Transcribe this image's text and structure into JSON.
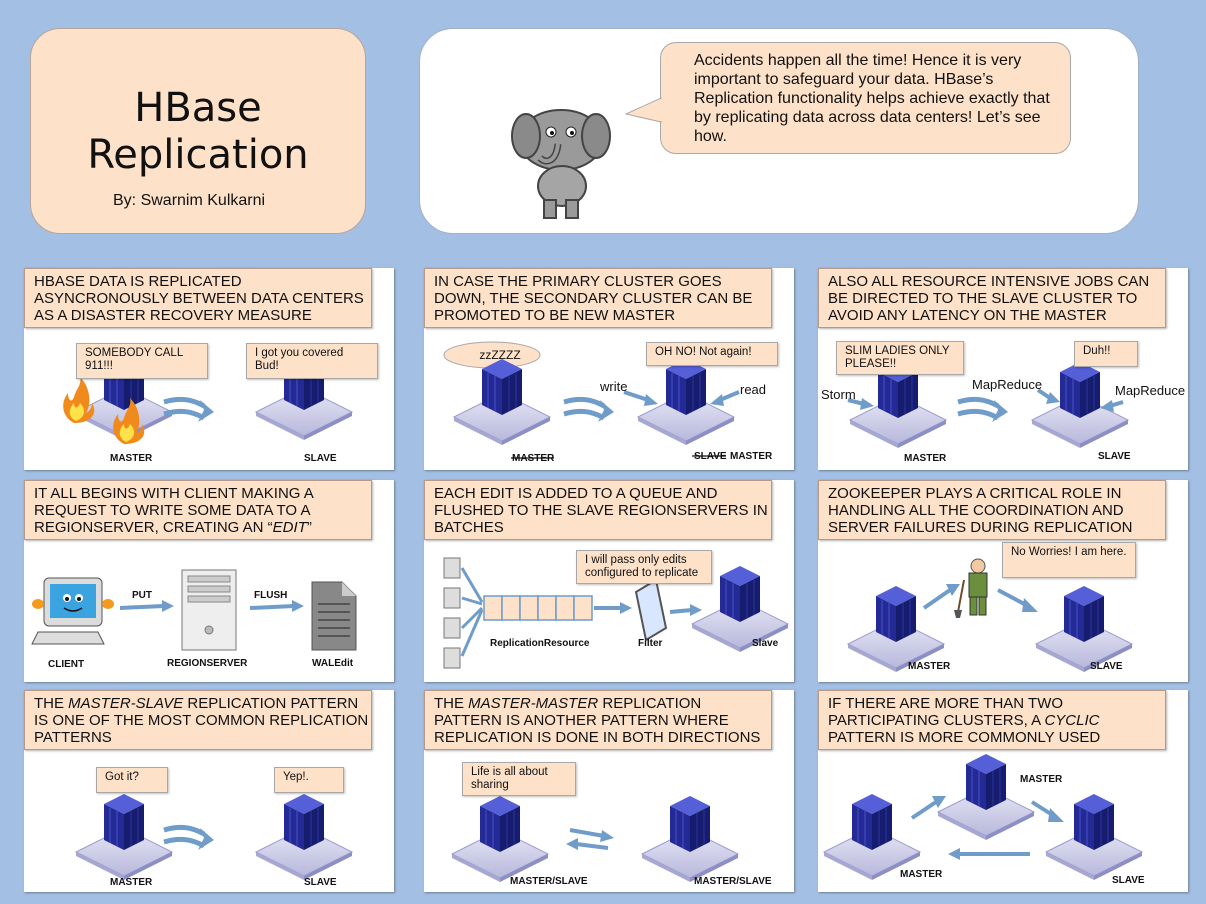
{
  "title": {
    "line1": "HBase",
    "line2": "Replication",
    "author": "By: Swarnim Kulkarni"
  },
  "intro": "Accidents happen all the time! Hence it is very important to safeguard your data. HBase’s Replication functionality helps achieve exactly that by replicating data across data centers! Let’s see how.",
  "panels": [
    {
      "header": "HBASE DATA IS REPLICATED ASYNCRONOUSLY BETWEEN DATA CENTERS AS A DISASTER RECOVERY MEASURE",
      "bubble1": "SOMEBODY CALL 911!!!",
      "bubble2": "I got you covered Bud!",
      "label1": "MASTER",
      "label2": "SLAVE"
    },
    {
      "header": "IN CASE THE PRIMARY CLUSTER GOES DOWN, THE SECONDARY CLUSTER CAN BE PROMOTED TO BE NEW MASTER",
      "thought": "zzZZZZ",
      "bubble": "OH NO! Not again!",
      "write": "write",
      "read": "read",
      "label1": "MASTER",
      "label2_struck": "SLAVE",
      "label2": "MASTER"
    },
    {
      "header": "ALSO ALL RESOURCE INTENSIVE JOBS CAN BE DIRECTED TO THE SLAVE CLUSTER TO AVOID ANY LATENCY ON THE MASTER",
      "bubble1": "SLIM LADIES ONLY PLEASE!!",
      "bubble2": "Duh!!",
      "storm": "Storm",
      "mapreduce1": "MapReduce",
      "mapreduce2": "MapReduce",
      "label1": "MASTER",
      "label2": "SLAVE"
    },
    {
      "header_pre": "IT ALL BEGINS WITH CLIENT MAKING A REQUEST TO WRITE SOME DATA TO A REGIONSERVER, CREATING AN “",
      "header_em": "EDIT",
      "header_post": "”",
      "put": "PUT",
      "flush": "FLUSH",
      "client": "CLIENT",
      "regionserver": "REGIONSERVER",
      "waledit": "WALEdit"
    },
    {
      "header": "EACH EDIT IS ADDED TO A QUEUE AND FLUSHED TO THE SLAVE REGIONSERVERS IN BATCHES",
      "bubble": "I will pass only edits configured to replicate",
      "queue": "ReplicationResource",
      "filter": "Filter",
      "slave": "Slave"
    },
    {
      "header": "ZOOKEEPER PLAYS A CRITICAL ROLE IN HANDLING ALL THE COORDINATION AND SERVER FAILURES DURING REPLICATION",
      "bubble": "No Worries! I am here.",
      "label1": "MASTER",
      "label2": "SLAVE"
    },
    {
      "header_pre": "THE ",
      "header_em": "MASTER-SLAVE",
      "header_post": " REPLICATION PATTERN IS ONE OF THE MOST COMMON REPLICATION PATTERNS",
      "bubble1": "Got it?",
      "bubble2": "Yep!.",
      "label1": "MASTER",
      "label2": "SLAVE"
    },
    {
      "header_pre": "THE ",
      "header_em": "MASTER-MASTER",
      "header_post": " REPLICATION PATTERN IS ANOTHER PATTERN WHERE REPLICATION IS DONE IN BOTH DIRECTIONS",
      "bubble": "Life is all about sharing",
      "label1": "MASTER/SLAVE",
      "label2": "MASTER/SLAVE"
    },
    {
      "header_pre": "IF THERE ARE MORE THAN TWO PARTICIPATING CLUSTERS, A ",
      "header_em": "CYCLIC",
      "header_post": " PATTERN IS MORE COMMONLY USED",
      "label_top": "MASTER",
      "label_left": "MASTER",
      "label_right": "SLAVE"
    }
  ],
  "colors": {
    "background": "#a3bfe3",
    "header_fill": "#fde1c9",
    "server_blue": "#2d33a6",
    "arrow": "#6f9cc9",
    "fire": "#f08a1c"
  }
}
